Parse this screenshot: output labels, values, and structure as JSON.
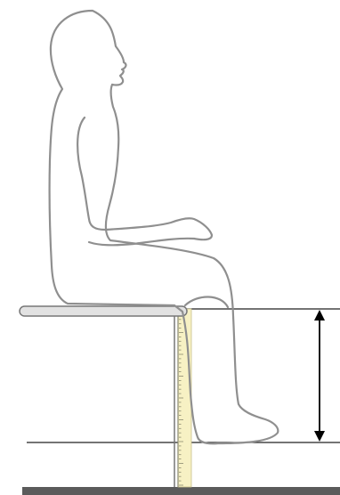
{
  "figure": {
    "subject": "seated-person-silhouette",
    "measurement": "popliteal-height",
    "colors": {
      "background": "#ffffff",
      "outline": "#8f8f8f",
      "bench_fill": "#e2e2e2",
      "bench_stroke": "#777777",
      "ruler_fill": "#f7f1c4",
      "ruler_edge": "#c9c08a",
      "ruler_tick": "#8a8a70",
      "guide_line": "#222222",
      "arrow": "#000000",
      "floor": "#5b5b5b"
    },
    "icons": {
      "measurement_arrow": "double-headed-vertical-arrow",
      "ruler": "measuring-tape"
    }
  }
}
